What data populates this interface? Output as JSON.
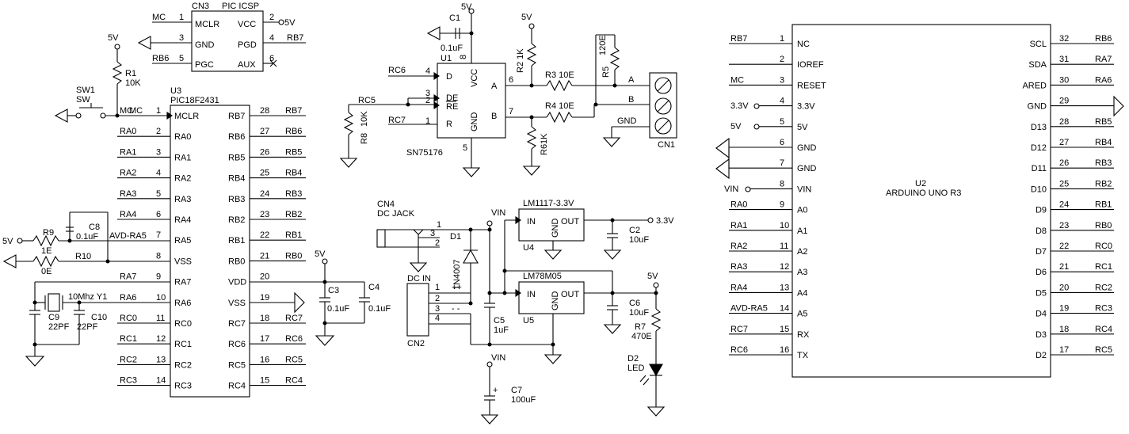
{
  "colors": {
    "background": "#ffffff",
    "ink": "#000000"
  },
  "texts": {
    "cn3_ref": "CN3",
    "cn3_name": "PIC ICSP",
    "cn3_mclr": "MCLR",
    "cn3_gnd": "GND",
    "cn3_pgc": "PGC",
    "cn3_vcc": "VCC",
    "cn3_pgd": "PGD",
    "cn3_aux": "AUX",
    "cn3_p1": "1",
    "cn3_p2": "2",
    "cn3_p3": "3",
    "cn3_p4": "4",
    "cn3_p5": "5",
    "cn3_p6": "6",
    "net_mc": "MC",
    "net_5v": "5V",
    "net_rb7": "RB7",
    "net_rb6": "RB6",
    "r1_ref": "R1",
    "r1_val": "10K",
    "sw1_ref": "SW1",
    "sw1_val": "SW",
    "u3_ref": "U3",
    "u3_val": "PIC18F2431",
    "r9_ref": "R9",
    "r9_val": "1E",
    "r10_ref": "R10",
    "r10_val": "0E",
    "c8_ref": "C8",
    "c8_val": "0.1uF",
    "net_avd_ra5": "AVD-RA5",
    "y1": "10Mhz Y1",
    "c9_ref": "C9",
    "c9_val": "22PF",
    "c10_ref": "C10",
    "c10_val": "22PF",
    "c3_ref": "C3",
    "c3_val": "0.1uF",
    "c4_ref": "C4",
    "c4_val": "0.1uF",
    "c1_ref": "C1",
    "c1_val": "0.1uF",
    "u1_ref": "U1",
    "u1_val": "SN75176",
    "u1_d": "D",
    "u1_de": "DE",
    "u1_re": "RE",
    "u1_r": "R",
    "u1_vcc": "VCC",
    "u1_gnd": "GND",
    "u1_a": "A",
    "u1_b": "B",
    "u1_p1": "1",
    "u1_p2": "2",
    "u1_p3": "3",
    "u1_p4": "4",
    "u1_p5": "5",
    "u1_p6": "6",
    "u1_p7": "7",
    "u1_p8": "8",
    "net_rc6": "RC6",
    "net_rc5": "RC5",
    "net_rc7": "RC7",
    "r8_ref": "R8",
    "r8_val": "10K",
    "r2": "R2 1K",
    "r3": "R3  10E",
    "r4": "R4  10E",
    "r6": "R61K",
    "r5_ref": "R5",
    "r5_val": "120E",
    "cn1_ref": "CN1",
    "cn1_a": "A",
    "cn1_b": "B",
    "cn1_gnd": "GND",
    "cn4_ref": "CN4",
    "cn4_val": "DC JACK",
    "d1_ref": "D1",
    "d1_val": "1N4007",
    "dc_in": "DC IN",
    "cn2_ref": "CN2",
    "plusplus": "++",
    "minusminus": "- -",
    "net_vin": "VIN",
    "net_33v": "3.3V",
    "u4_val": "LM1117-3.3V",
    "u4_ref": "U4",
    "u5_val": "LM78M05",
    "u5_ref": "U5",
    "reg_in": "IN",
    "reg_out": "OUT",
    "reg_gnd": "GND",
    "c2_ref": "C2",
    "c2_val": "10uF",
    "c5_ref": "C5",
    "c5_val": "1uF",
    "c6_ref": "C6",
    "c6_val": "10uF",
    "r7_ref": "R7",
    "r7_val": "470E",
    "d2_ref": "D2",
    "d2_val": "LED",
    "c7_ref": "C7",
    "c7_val": "100uF",
    "plus": "+",
    "n1": "1",
    "n2": "2",
    "n3": "3",
    "n4": "4",
    "u2_ref": "U2",
    "u2_val": "ARDUINO UNO R3"
  },
  "u3_left": [
    {
      "pin": "1",
      "name": "MCLR",
      "net": "MC"
    },
    {
      "pin": "2",
      "name": "RA0",
      "net": "RA0"
    },
    {
      "pin": "3",
      "name": "RA1",
      "net": "RA1"
    },
    {
      "pin": "4",
      "name": "RA2",
      "net": "RA2"
    },
    {
      "pin": "5",
      "name": "RA3",
      "net": "RA3"
    },
    {
      "pin": "6",
      "name": "RA4",
      "net": "RA4"
    },
    {
      "pin": "7",
      "name": "RA5",
      "net": ""
    },
    {
      "pin": "8",
      "name": "VSS",
      "net": ""
    },
    {
      "pin": "9",
      "name": "RA7",
      "net": "RA7"
    },
    {
      "pin": "10",
      "name": "RA6",
      "net": "RA6"
    },
    {
      "pin": "11",
      "name": "RC0",
      "net": "RC0"
    },
    {
      "pin": "12",
      "name": "RC1",
      "net": "RC1"
    },
    {
      "pin": "13",
      "name": "RC2",
      "net": "RC2"
    },
    {
      "pin": "14",
      "name": "RC3",
      "net": "RC3"
    }
  ],
  "u3_right": [
    {
      "pin": "28",
      "name": "RB7",
      "net": "RB7"
    },
    {
      "pin": "27",
      "name": "RB6",
      "net": "RB6"
    },
    {
      "pin": "26",
      "name": "RB5",
      "net": "RB5"
    },
    {
      "pin": "25",
      "name": "RB4",
      "net": "RB4"
    },
    {
      "pin": "24",
      "name": "RB3",
      "net": "RB3"
    },
    {
      "pin": "23",
      "name": "RB2",
      "net": "RB2"
    },
    {
      "pin": "22",
      "name": "RB1",
      "net": "RB1"
    },
    {
      "pin": "21",
      "name": "RB0",
      "net": "RB0"
    },
    {
      "pin": "20",
      "name": "VDD",
      "net": ""
    },
    {
      "pin": "19",
      "name": "VSS",
      "net": ""
    },
    {
      "pin": "18",
      "name": "RC7",
      "net": "RC7"
    },
    {
      "pin": "17",
      "name": "RC6",
      "net": "RC6"
    },
    {
      "pin": "16",
      "name": "RC5",
      "net": "RC5"
    },
    {
      "pin": "15",
      "name": "RC4",
      "net": "RC4"
    }
  ],
  "u2_left": [
    {
      "pin": "1",
      "name": "NC",
      "net": "RB7"
    },
    {
      "pin": "2",
      "name": "IOREF",
      "net": ""
    },
    {
      "pin": "3",
      "name": "RESET",
      "net": "MC"
    },
    {
      "pin": "4",
      "name": "3.3V",
      "net": ""
    },
    {
      "pin": "5",
      "name": "5V",
      "net": ""
    },
    {
      "pin": "6",
      "name": "GND",
      "net": ""
    },
    {
      "pin": "7",
      "name": "GND",
      "net": ""
    },
    {
      "pin": "8",
      "name": "VIN",
      "net": ""
    },
    {
      "pin": "9",
      "name": "A0",
      "net": "RA0"
    },
    {
      "pin": "10",
      "name": "A1",
      "net": "RA1"
    },
    {
      "pin": "11",
      "name": "A2",
      "net": "RA2"
    },
    {
      "pin": "12",
      "name": "A3",
      "net": "RA3"
    },
    {
      "pin": "13",
      "name": "A4",
      "net": "RA4"
    },
    {
      "pin": "14",
      "name": "A5",
      "net": "AVD-RA5"
    },
    {
      "pin": "15",
      "name": "RX",
      "net": "RC7"
    },
    {
      "pin": "16",
      "name": "TX",
      "net": "RC6"
    }
  ],
  "u2_right": [
    {
      "pin": "32",
      "name": "SCL",
      "net": "RB6"
    },
    {
      "pin": "31",
      "name": "SDA",
      "net": "RA7"
    },
    {
      "pin": "30",
      "name": "ARED",
      "net": "RA6"
    },
    {
      "pin": "29",
      "name": "GND",
      "net": ""
    },
    {
      "pin": "28",
      "name": "D13",
      "net": "RB5"
    },
    {
      "pin": "27",
      "name": "D12",
      "net": "RB4"
    },
    {
      "pin": "26",
      "name": "D11",
      "net": "RB3"
    },
    {
      "pin": "25",
      "name": "D10",
      "net": "RB2"
    },
    {
      "pin": "24",
      "name": "D9",
      "net": "RB1"
    },
    {
      "pin": "23",
      "name": "D8",
      "net": "RB0"
    },
    {
      "pin": "22",
      "name": "D7",
      "net": "RC0"
    },
    {
      "pin": "21",
      "name": "D6",
      "net": "RC1"
    },
    {
      "pin": "20",
      "name": "D5",
      "net": "RC2"
    },
    {
      "pin": "19",
      "name": "D4",
      "net": "RC3"
    },
    {
      "pin": "18",
      "name": "D3",
      "net": "RC4"
    },
    {
      "pin": "17",
      "name": "D2",
      "net": "RC5"
    }
  ]
}
